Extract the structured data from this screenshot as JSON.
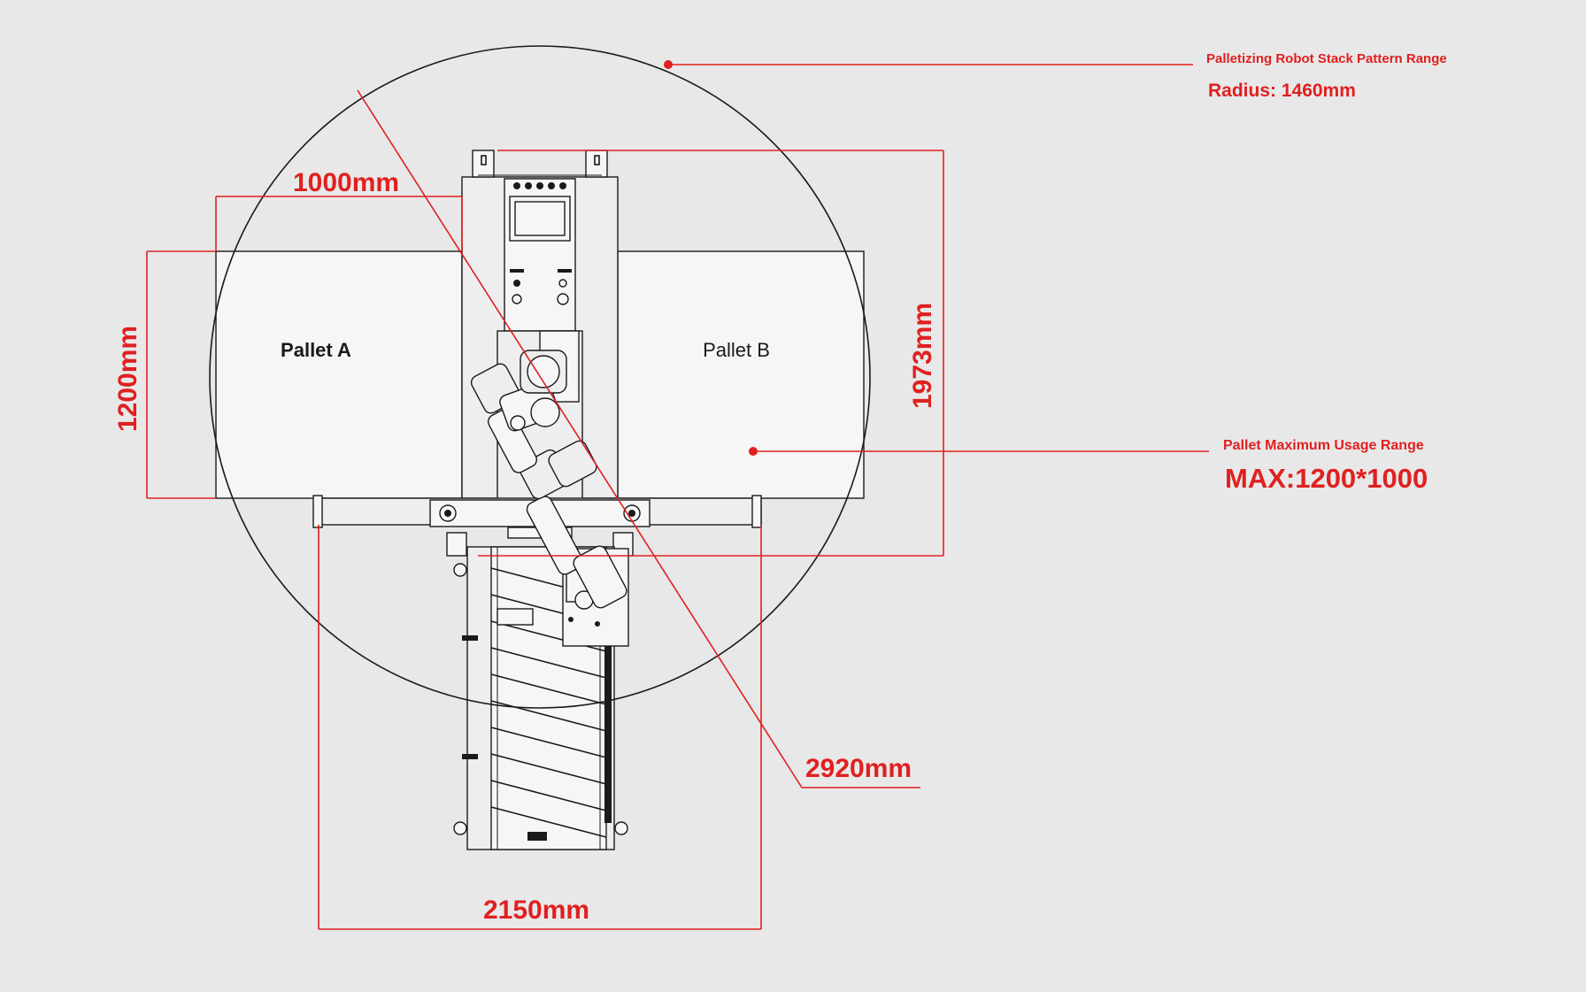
{
  "callouts": {
    "stack_range_title": "Palletizing Robot Stack Pattern Range",
    "stack_range_value": "Radius: 1460mm",
    "pallet_range_title": "Pallet Maximum Usage Range",
    "pallet_range_value": "MAX:1200*1000"
  },
  "pallets": {
    "a_label": "Pallet A",
    "b_label": "Pallet B"
  },
  "dimensions": {
    "pallet_width": "1000mm",
    "pallet_depth": "1200mm",
    "machine_length": "1973mm",
    "reach_diagonal": "2920mm",
    "base_width": "2150mm"
  },
  "colors": {
    "background": "#e8e8e8",
    "accent": "#e02020",
    "line": "#1a1a1a"
  }
}
